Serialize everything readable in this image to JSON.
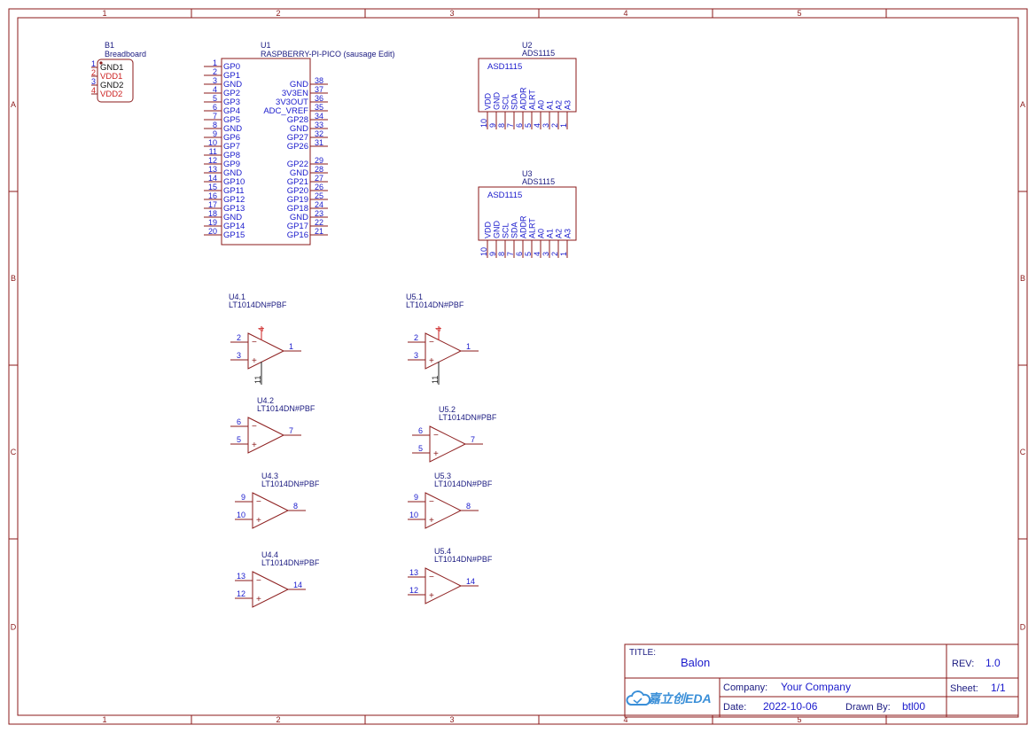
{
  "colors": {
    "frame": "#8b1a1a",
    "body": "#8b1a1a",
    "pin_line": "#8b1a1a",
    "pin_number": "#1a1acc",
    "pin_name": "#1a1acc",
    "power_pin": "#cc2222",
    "ref_text": "#1a1a80",
    "title_text": "#1a1acc",
    "logo": "#3a8fd8"
  },
  "frame": {
    "col_labels": [
      "1",
      "2",
      "3",
      "4",
      "5"
    ],
    "row_labels": [
      "A",
      "B",
      "C",
      "D"
    ]
  },
  "breadboard": {
    "ref": "B1",
    "value": "Breadboard",
    "pins": [
      {
        "num": "1",
        "name": "GND1",
        "power": false
      },
      {
        "num": "2",
        "name": "VDD1",
        "power": true
      },
      {
        "num": "3",
        "name": "GND2",
        "power": false
      },
      {
        "num": "4",
        "name": "VDD2",
        "power": true
      }
    ]
  },
  "pico": {
    "ref": "U1",
    "value": "RASPBERRY-PI-PICO (sausage Edit)",
    "left_pins": [
      {
        "num": "1",
        "name": "GP0"
      },
      {
        "num": "2",
        "name": "GP1"
      },
      {
        "num": "3",
        "name": "GND"
      },
      {
        "num": "4",
        "name": "GP2"
      },
      {
        "num": "5",
        "name": "GP3"
      },
      {
        "num": "6",
        "name": "GP4"
      },
      {
        "num": "7",
        "name": "GP5"
      },
      {
        "num": "8",
        "name": "GND"
      },
      {
        "num": "9",
        "name": "GP6"
      },
      {
        "num": "10",
        "name": "GP7"
      },
      {
        "num": "11",
        "name": "GP8"
      },
      {
        "num": "12",
        "name": "GP9"
      },
      {
        "num": "13",
        "name": "GND"
      },
      {
        "num": "14",
        "name": "GP10"
      },
      {
        "num": "15",
        "name": "GP11"
      },
      {
        "num": "16",
        "name": "GP12"
      },
      {
        "num": "17",
        "name": "GP13"
      },
      {
        "num": "18",
        "name": "GND"
      },
      {
        "num": "19",
        "name": "GP14"
      },
      {
        "num": "20",
        "name": "GP15"
      }
    ],
    "right_pins": [
      {
        "num": "38",
        "name": "GND"
      },
      {
        "num": "37",
        "name": "3V3EN"
      },
      {
        "num": "36",
        "name": "3V3OUT"
      },
      {
        "num": "35",
        "name": "ADC_VREF"
      },
      {
        "num": "34",
        "name": "GP28"
      },
      {
        "num": "33",
        "name": "GND"
      },
      {
        "num": "32",
        "name": "GP27"
      },
      {
        "num": "31",
        "name": "GP26"
      },
      {
        "num": "",
        "name": ""
      },
      {
        "num": "29",
        "name": "GP22"
      },
      {
        "num": "28",
        "name": "GND"
      },
      {
        "num": "27",
        "name": "GP21"
      },
      {
        "num": "26",
        "name": "GP20"
      },
      {
        "num": "25",
        "name": "GP19"
      },
      {
        "num": "24",
        "name": "GP18"
      },
      {
        "num": "23",
        "name": "GND"
      },
      {
        "num": "22",
        "name": "GP17"
      },
      {
        "num": "21",
        "name": "GP16"
      }
    ]
  },
  "adcs": [
    {
      "ref": "U2",
      "value": "ADS1115",
      "label": "ASD1115",
      "pins": [
        {
          "num": "10",
          "name": "VDD"
        },
        {
          "num": "9",
          "name": "GND"
        },
        {
          "num": "8",
          "name": "SCL"
        },
        {
          "num": "7",
          "name": "SDA"
        },
        {
          "num": "6",
          "name": "ADDR"
        },
        {
          "num": "5",
          "name": "ALRT"
        },
        {
          "num": "4",
          "name": "A0"
        },
        {
          "num": "3",
          "name": "A1"
        },
        {
          "num": "2",
          "name": "A2"
        },
        {
          "num": "1",
          "name": "A3"
        }
      ]
    },
    {
      "ref": "U3",
      "value": "ADS1115",
      "label": "ASD1115",
      "pins": [
        {
          "num": "10",
          "name": "VDD"
        },
        {
          "num": "9",
          "name": "GND"
        },
        {
          "num": "8",
          "name": "SCL"
        },
        {
          "num": "7",
          "name": "SDA"
        },
        {
          "num": "6",
          "name": "ADDR"
        },
        {
          "num": "5",
          "name": "ALRT"
        },
        {
          "num": "4",
          "name": "A0"
        },
        {
          "num": "3",
          "name": "A1"
        },
        {
          "num": "2",
          "name": "A2"
        },
        {
          "num": "1",
          "name": "A3"
        }
      ]
    }
  ],
  "opamps": [
    {
      "ref": "U4.1",
      "value": "LT1014DN#PBF",
      "inv": "2",
      "non": "3",
      "out": "1",
      "vpos": "4",
      "vneg": "11"
    },
    {
      "ref": "U4.2",
      "value": "LT1014DN#PBF",
      "inv": "6",
      "non": "5",
      "out": "7"
    },
    {
      "ref": "U4.3",
      "value": "LT1014DN#PBF",
      "inv": "9",
      "non": "10",
      "out": "8"
    },
    {
      "ref": "U4.4",
      "value": "LT1014DN#PBF",
      "inv": "13",
      "non": "12",
      "out": "14"
    },
    {
      "ref": "U5.1",
      "value": "LT1014DN#PBF",
      "inv": "2",
      "non": "3",
      "out": "1",
      "vpos": "4",
      "vneg": "11"
    },
    {
      "ref": "U5.2",
      "value": "LT1014DN#PBF",
      "inv": "6",
      "non": "5",
      "out": "7"
    },
    {
      "ref": "U5.3",
      "value": "LT1014DN#PBF",
      "inv": "9",
      "non": "10",
      "out": "8"
    },
    {
      "ref": "U5.4",
      "value": "LT1014DN#PBF",
      "inv": "13",
      "non": "12",
      "out": "14"
    }
  ],
  "title_block": {
    "title_label": "TITLE:",
    "title": "Balon",
    "rev_label": "REV:",
    "rev": "1.0",
    "company_label": "Company:",
    "company": "Your Company",
    "sheet_label": "Sheet:",
    "sheet": "1/1",
    "date_label": "Date:",
    "date": "2022-10-06",
    "drawn_by_label": "Drawn By:",
    "drawn_by": "btl00",
    "logo_text": "嘉立创EDA",
    "logo_icon": "cloud-icon"
  }
}
